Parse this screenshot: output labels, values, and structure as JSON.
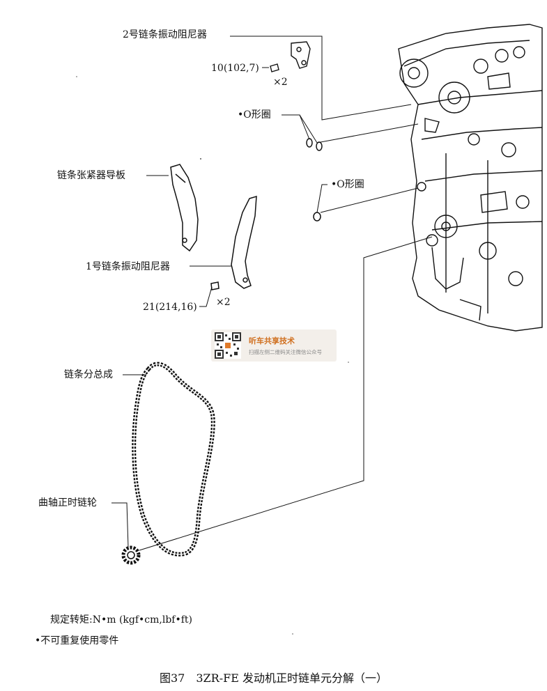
{
  "labels": {
    "damper2": "2号链条振动阻尼器",
    "torque_top": "10(102,7)",
    "qty_top": "×2",
    "oring1": "•O形圈",
    "oring2": "•O形圈",
    "tensioner_slipper": "链条张紧器导板",
    "damper1": "1号链条振动阻尼器",
    "torque_bottom": "21(214,16)",
    "qty_bottom": "×2",
    "chain": "链条分总成",
    "crank_sprocket": "曲轴正时链轮"
  },
  "watermark": {
    "title": "听车共享技术",
    "subtitle": "扫描左侧二维码关注微信公众号"
  },
  "notes": {
    "torque_spec": "规定转矩:N•m (kgf•cm,lbf•ft)",
    "non_reusable": "•不可重复使用零件"
  },
  "caption": "图37　3ZR-FE 发动机正时链单元分解（一）"
}
